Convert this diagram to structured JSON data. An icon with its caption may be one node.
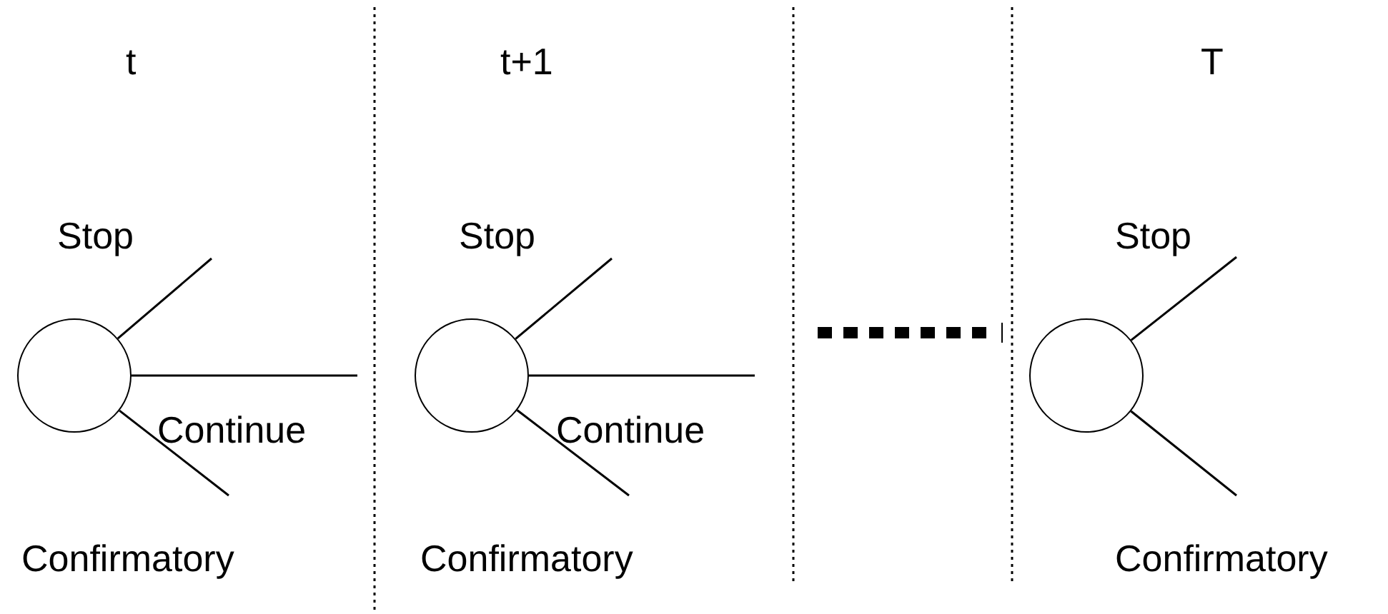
{
  "diagram": {
    "nodes": [
      {
        "text": [],
        "shape": "circle"
      },
      {
        "text": [
          "Stop"
        ]
      },
      {
        "text": [
          "Continue"
        ]
      },
      {
        "text": [
          "Confirmatory"
        ]
      },
      {
        "text": [],
        "shape": "circle"
      },
      {
        "text": [
          "Stop"
        ]
      },
      {
        "text": [
          "Continue"
        ]
      },
      {
        "text": [
          "Confirmatory"
        ]
      },
      {
        "text": [],
        "shape": "circle"
      },
      {
        "text": [
          "Stop"
        ]
      },
      {
        "text": [
          "Confirmatory"
        ]
      }
    ],
    "edges": [
      {
        "from": 0,
        "to": 1,
        "arrow": "none"
      },
      {
        "from": 0,
        "to": 2,
        "arrow": "none"
      },
      {
        "from": 0,
        "to": 3,
        "arrow": "none"
      },
      {
        "from": 4,
        "to": 5,
        "arrow": "none"
      },
      {
        "from": 4,
        "to": 6,
        "arrow": "none"
      },
      {
        "from": 4,
        "to": 7,
        "arrow": "none"
      },
      {
        "from": 8,
        "to": 9,
        "arrow": "none"
      },
      {
        "from": 8,
        "to": 10,
        "arrow": "none"
      }
    ],
    "labels": [
      "t",
      "t+1",
      "T"
    ]
  }
}
